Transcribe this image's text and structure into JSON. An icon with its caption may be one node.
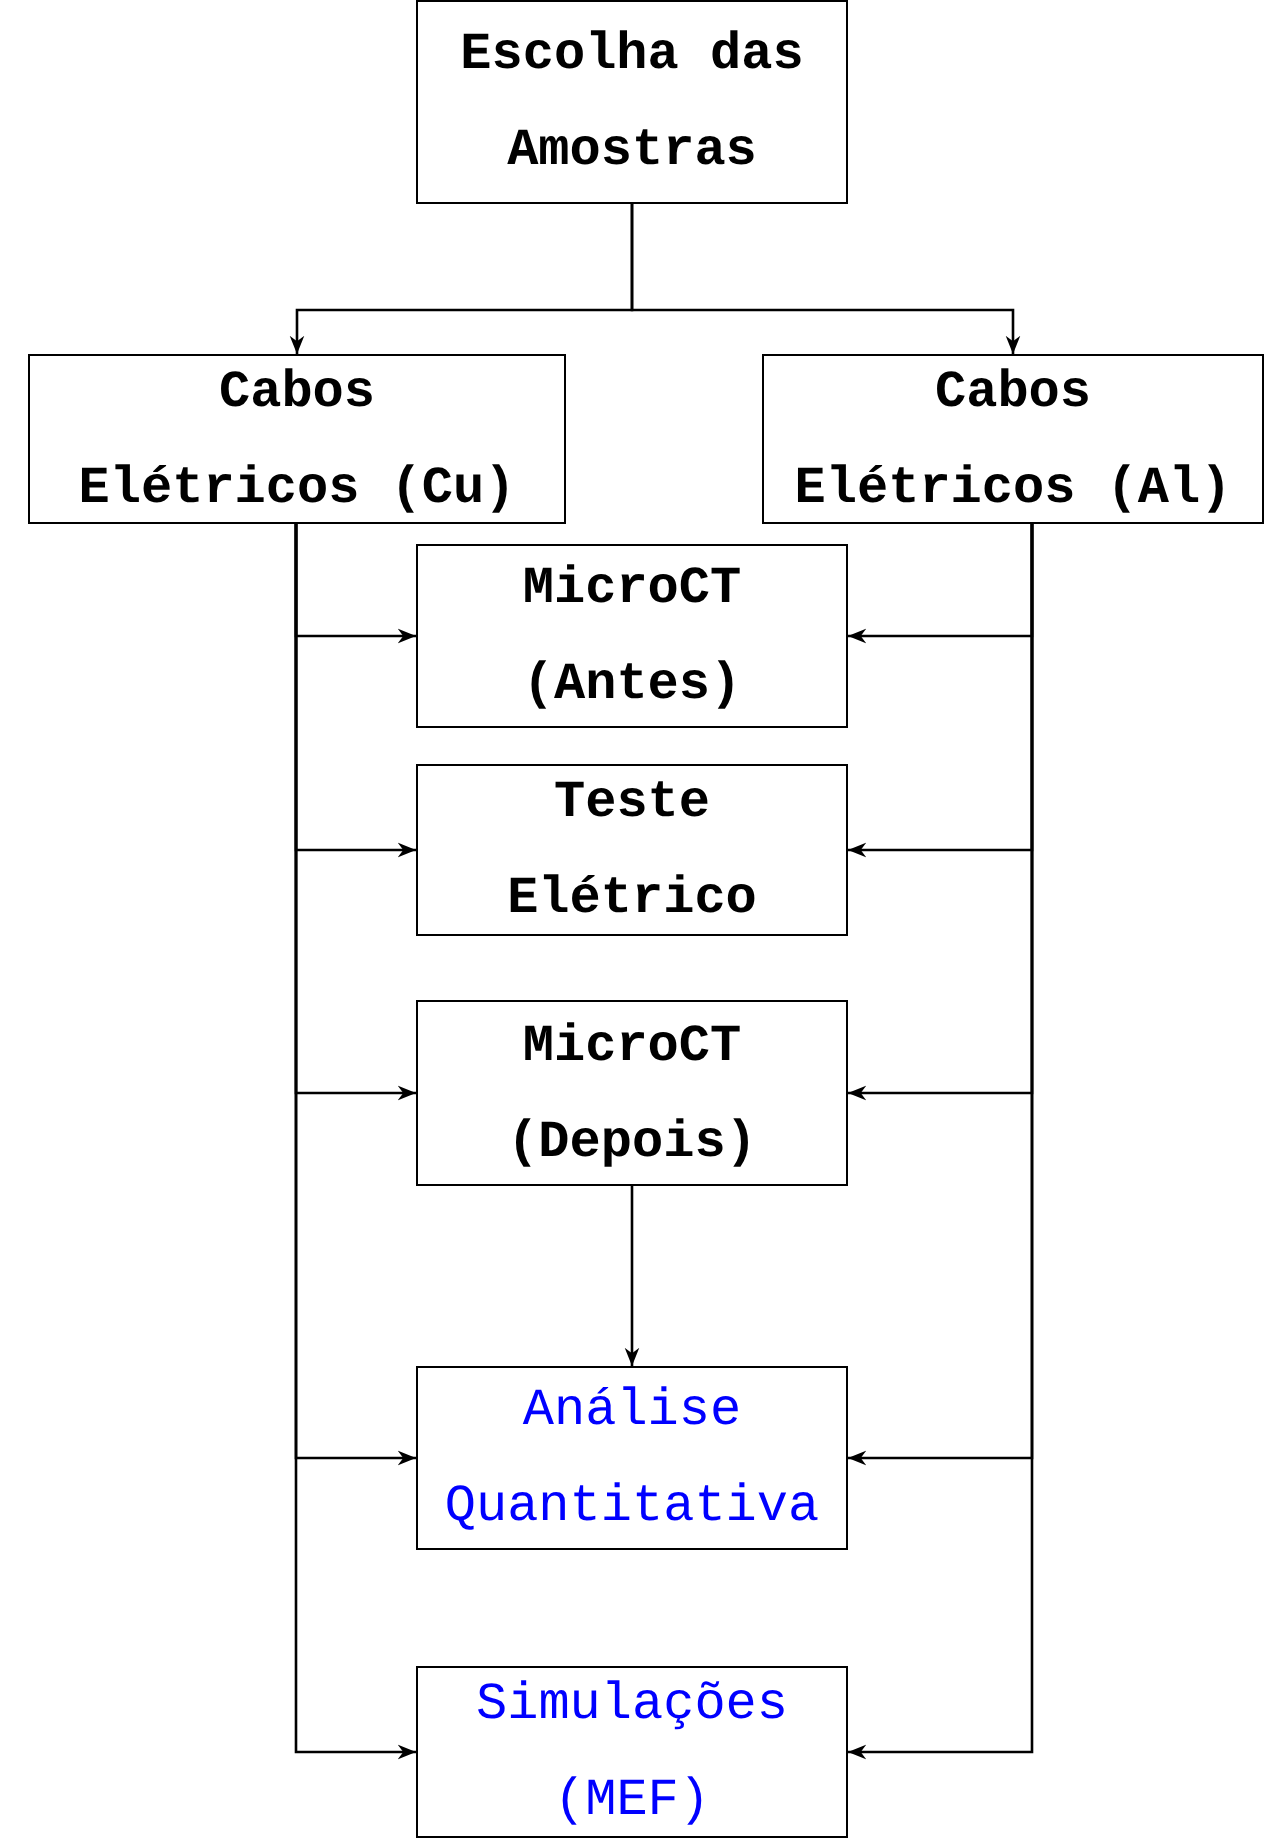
{
  "diagram": {
    "nodes": [
      {
        "text": [
          "Escolha das Amostras"
        ]
      },
      {
        "text": [
          "Cabos Elétricos (Cu)"
        ]
      },
      {
        "text": [
          "Cabos Elétricos (Al)"
        ]
      },
      {
        "text": [
          "MicroCT (Antes)"
        ]
      },
      {
        "text": [
          "Teste Elétrico"
        ]
      },
      {
        "text": [
          "MicroCT (Depois)"
        ]
      },
      {
        "text": [
          "Análise Quantitativa"
        ]
      },
      {
        "text": [
          "Simulações (MEF)"
        ]
      }
    ],
    "edges": [
      {
        "from": 0,
        "to": 1,
        "arrow": "to"
      },
      {
        "from": 0,
        "to": 2,
        "arrow": "to"
      },
      {
        "from": 1,
        "to": 3,
        "arrow": "to"
      },
      {
        "from": 1,
        "to": 4,
        "arrow": "to"
      },
      {
        "from": 1,
        "to": 5,
        "arrow": "to"
      },
      {
        "from": 1,
        "to": 6,
        "arrow": "to"
      },
      {
        "from": 1,
        "to": 7,
        "arrow": "to"
      },
      {
        "from": 2,
        "to": 3,
        "arrow": "to"
      },
      {
        "from": 2,
        "to": 4,
        "arrow": "to"
      },
      {
        "from": 2,
        "to": 5,
        "arrow": "to"
      },
      {
        "from": 2,
        "to": 6,
        "arrow": "to"
      },
      {
        "from": 2,
        "to": 7,
        "arrow": "to"
      },
      {
        "from": 5,
        "to": 6,
        "arrow": "to"
      }
    ]
  }
}
